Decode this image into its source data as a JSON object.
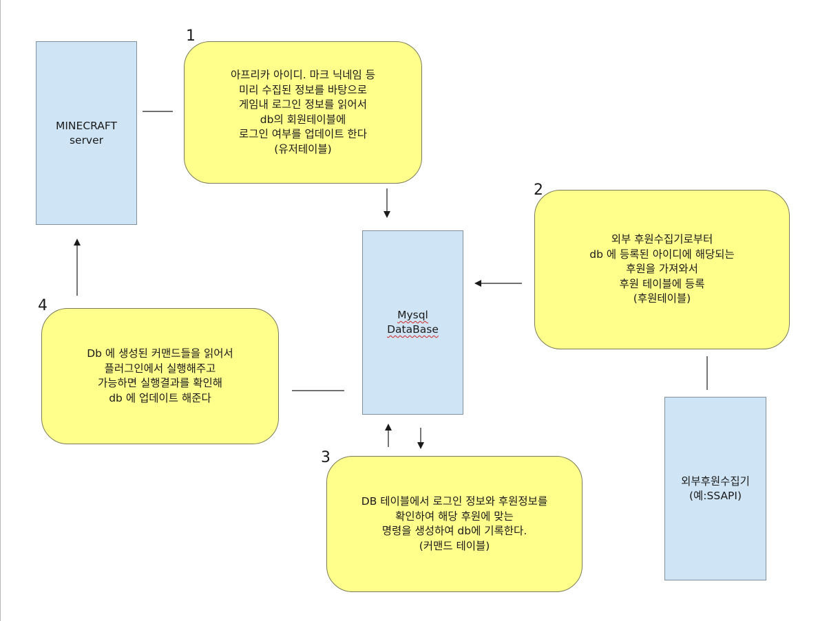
{
  "nodes": {
    "minecraft_server": {
      "lines": [
        "MINECRAFT",
        "server"
      ]
    },
    "mysql_database": {
      "lines": [
        "Mysql",
        "DataBase"
      ]
    },
    "external_collector": {
      "lines": [
        "외부후원수집기",
        "(예:SSAPI)"
      ]
    }
  },
  "steps": [
    {
      "number": "1",
      "text": "아프리카 아이디. 마크 닉네임 등\n미리 수집된 정보를 바탕으로\n게임내 로그인 정보를 읽어서\ndb의 회원테이블에\n로그인 여부를 업데이트 한다\n(유저테이블)"
    },
    {
      "number": "2",
      "text": "외부 후원수집기로부터\ndb 에 등록된 아이디에 해당되는\n후원을 가져와서\n후원 테이블에 등록\n(후원테이블)"
    },
    {
      "number": "3",
      "text": "DB 테이블에서 로그인 정보와 후원정보를\n확인하여  해당 후원에 맞는\n명령을 생성하여 db에 기록한다.\n(커맨드 테이블)"
    },
    {
      "number": "4",
      "text": "Db 에 생성된 커맨드들을 읽어서\n플러그인에서 실행해주고\n가능하면 실행결과를 확인해\ndb 에 업데이트 해준다"
    }
  ],
  "colors": {
    "node_fill": "#cfe4f4",
    "bubble_fill": "#ffff8c",
    "line": "#1a1a1a",
    "spellcheck": "#d02020"
  }
}
